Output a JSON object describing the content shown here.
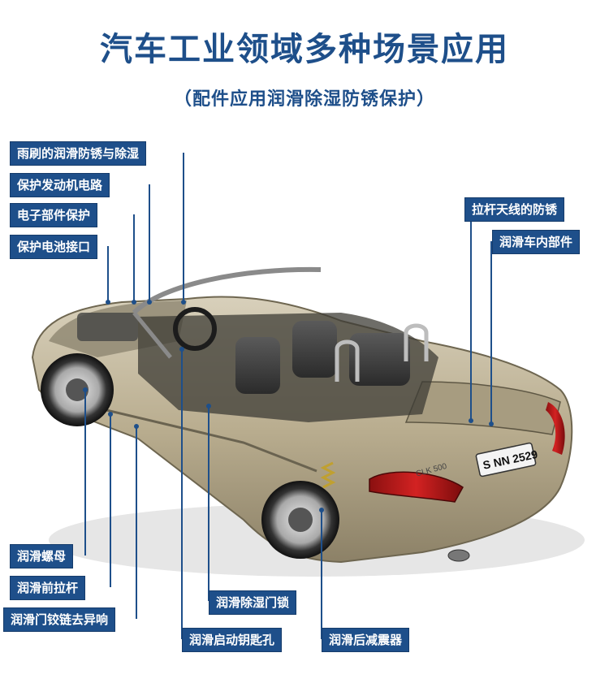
{
  "header": {
    "title": "汽车工业领域多种场景应用",
    "subtitle": "（配件应用润滑除湿防锈保护）"
  },
  "labels": {
    "wiper": "雨刷的润滑防锈与除湿",
    "engine_circuit": "保护发动机电路",
    "electronics": "电子部件保护",
    "battery": "保护电池接口",
    "antenna": "拉杆天线的防锈",
    "interior": "润滑车内部件",
    "nut": "润滑螺母",
    "front_rod": "润滑前拉杆",
    "hinge": "润滑门铰链去异响",
    "door_lock": "润滑除湿门锁",
    "ignition": "润滑启动钥匙孔",
    "shock": "润滑后减震器"
  },
  "car": {
    "plate": "S NN 2529",
    "model_badge": "CLK 500"
  },
  "colors": {
    "brand_blue": "#1e4f8a",
    "car_body": "#b9ad8f"
  }
}
